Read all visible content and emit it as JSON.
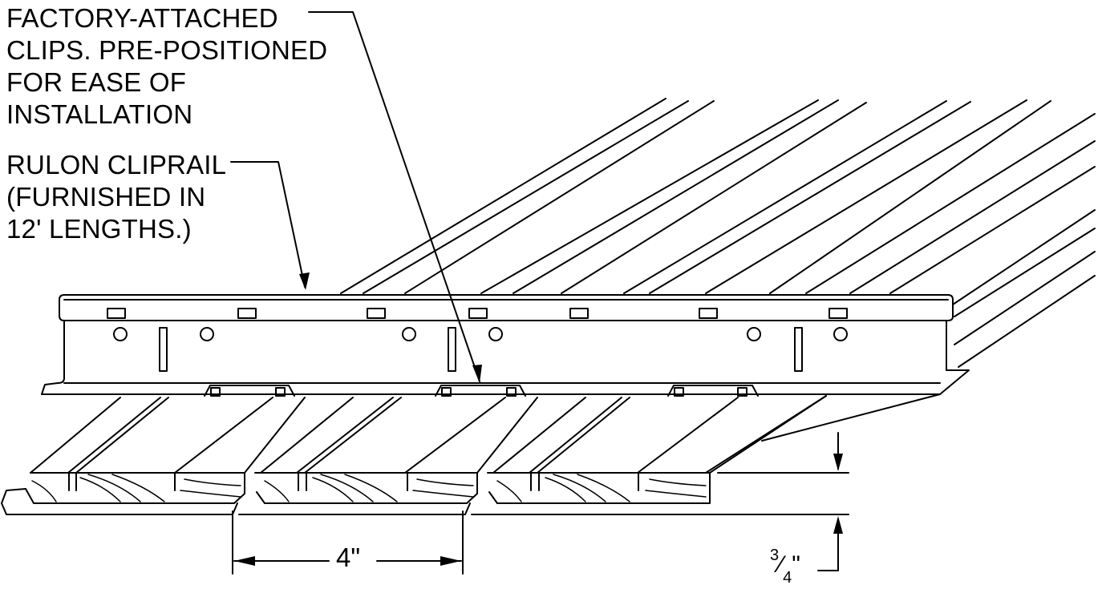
{
  "callouts": {
    "clips": {
      "lines": [
        "FACTORY-ATTACHED",
        "CLIPS. PRE-POSITIONED",
        "FOR EASE OF",
        "INSTALLATION"
      ]
    },
    "rail": {
      "lines": [
        "RULON CLIPRAIL",
        "(FURNISHED IN",
        "12' LENGTHS.)"
      ]
    }
  },
  "dimensions": {
    "width_label": "4\"",
    "thickness_numerator": "3",
    "thickness_denominator": "4",
    "thickness_unit": "\""
  },
  "colors": {
    "line": "#000000",
    "background": "#ffffff"
  }
}
